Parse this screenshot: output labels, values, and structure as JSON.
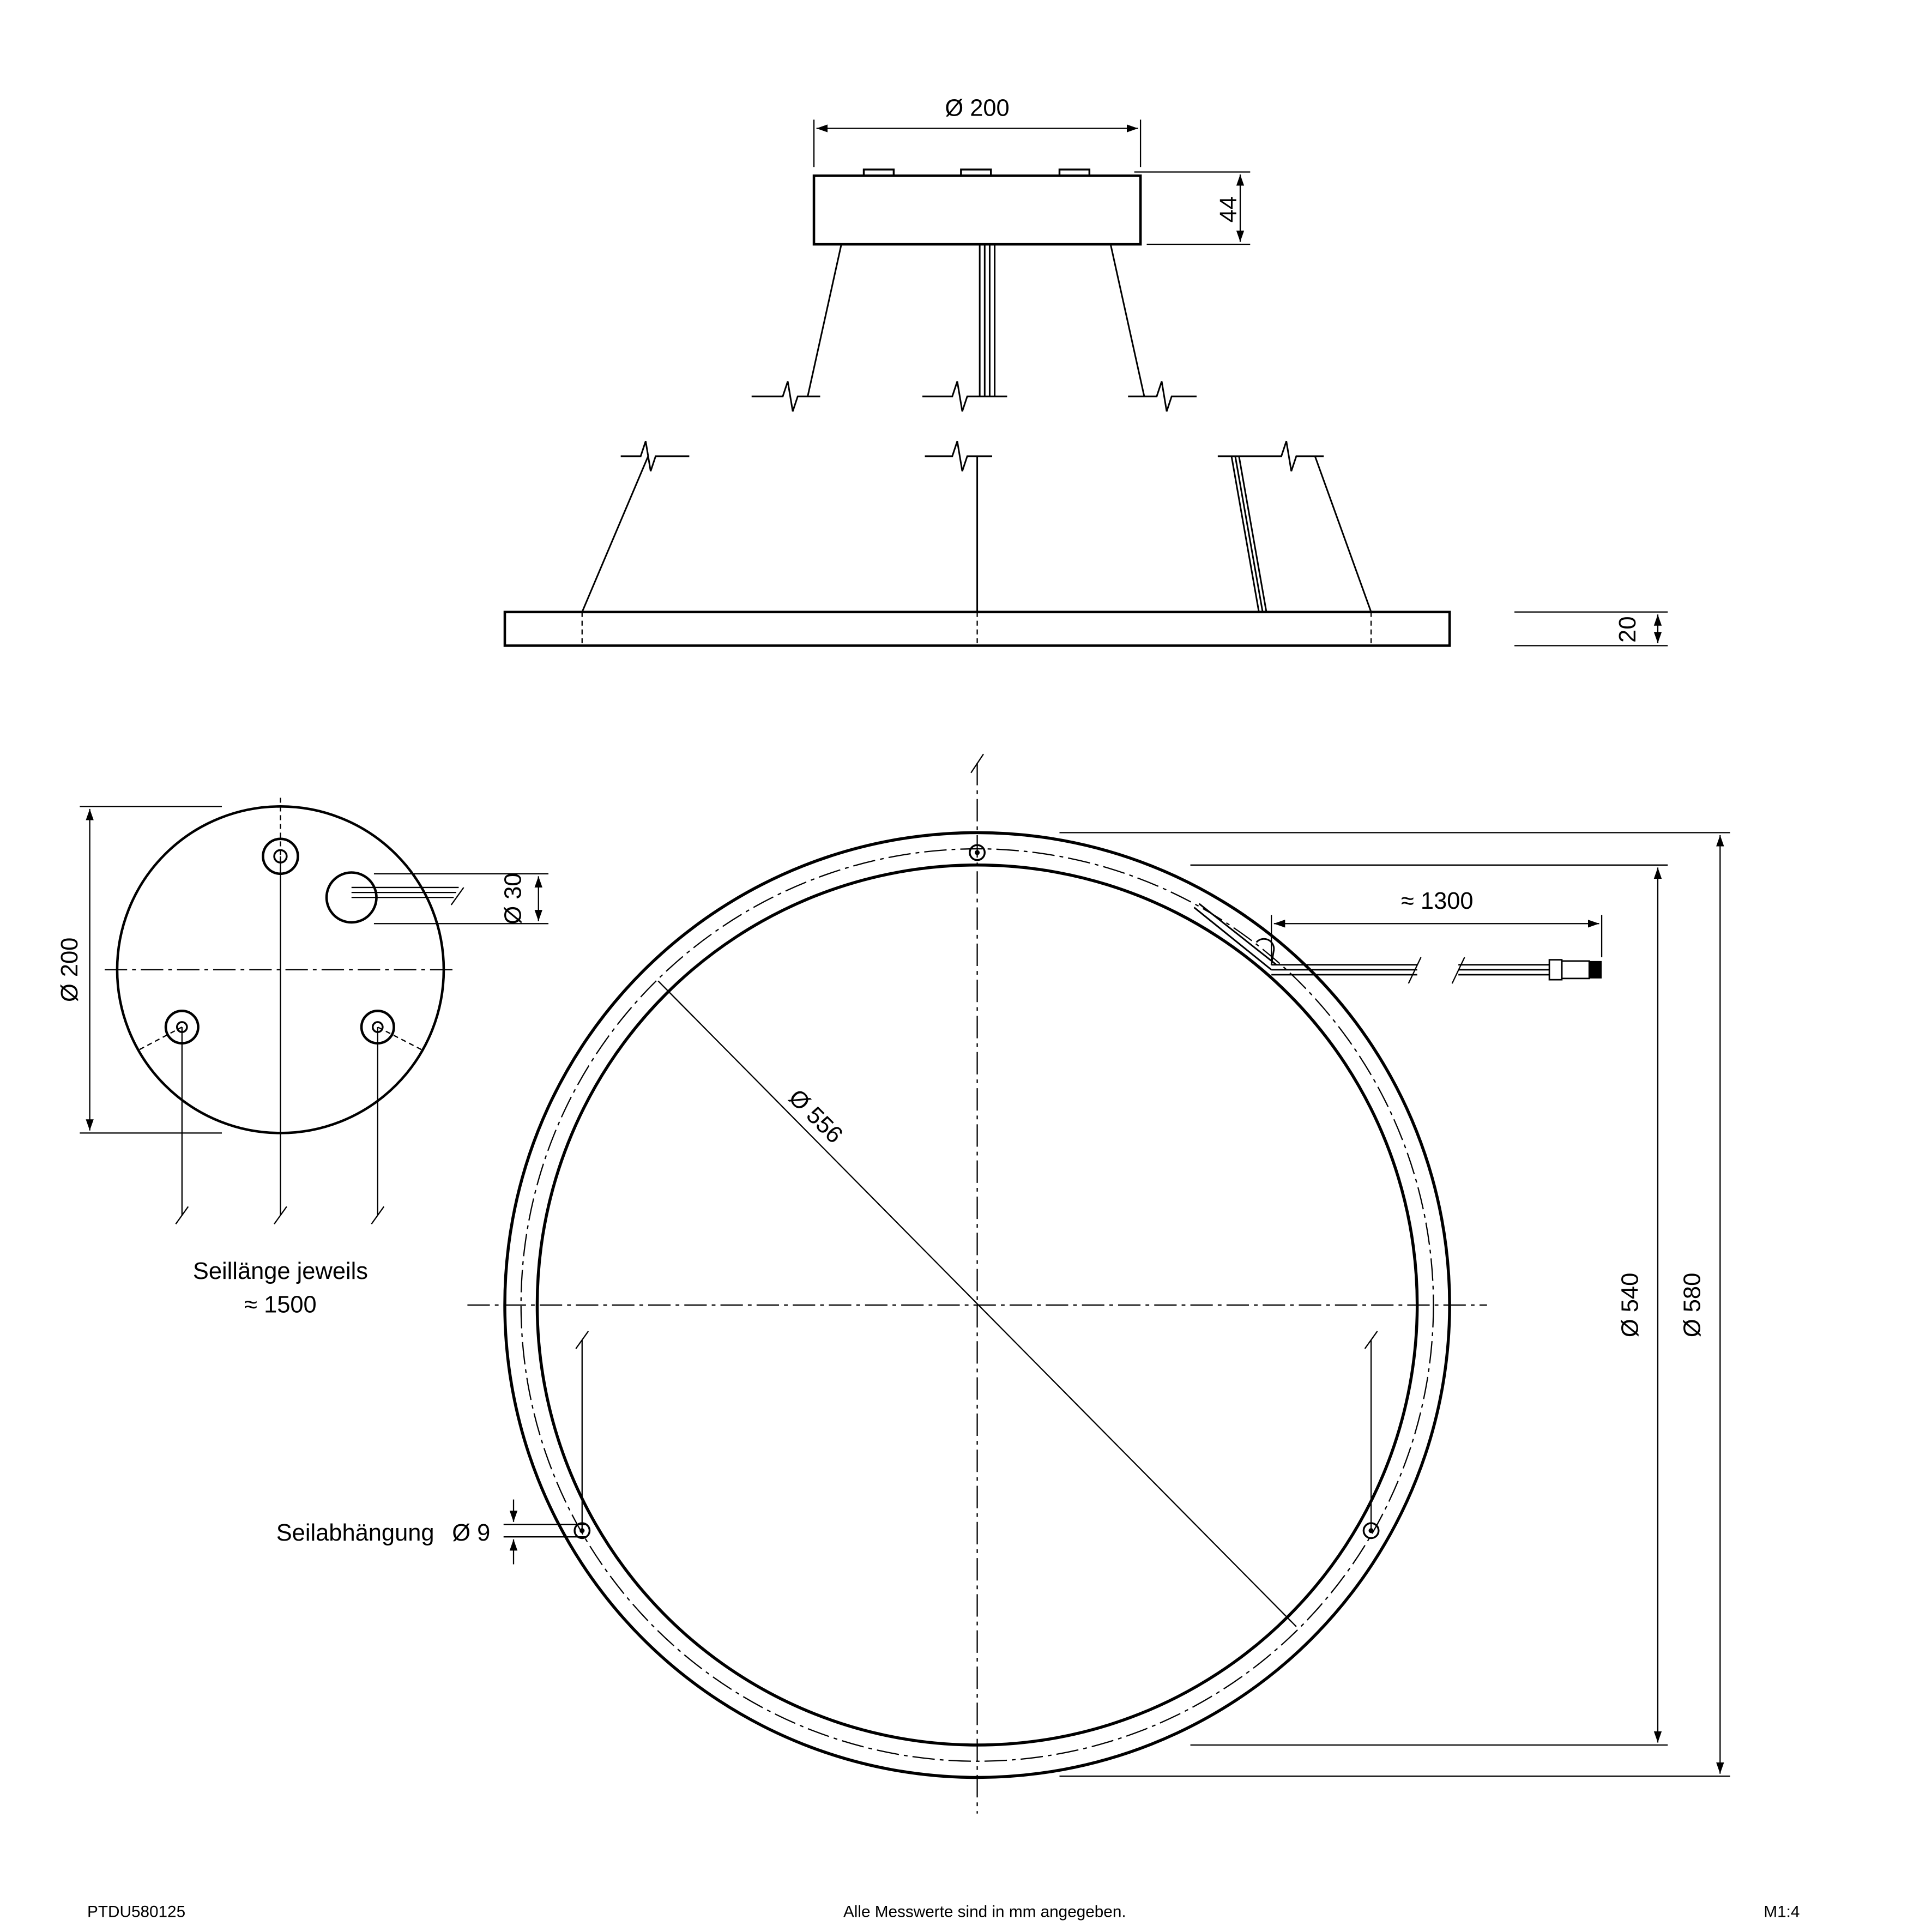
{
  "dimensions": {
    "canopy_diameter": "Ø 200",
    "canopy_height": "44",
    "ring_height": "20",
    "ring_inner_diameter": "Ø 540",
    "ring_outer_diameter": "Ø 580",
    "suspension_circle_diameter": "Ø 556",
    "cable_length": "≈ 1300",
    "canopy_bottom_diameter": "Ø 200",
    "cable_hole_diameter": "Ø 30",
    "suspension_hole_diameter": "Ø 9"
  },
  "labels": {
    "rope_length_line1": "Seillänge jeweils",
    "rope_length_line2": "≈ 1500",
    "suspension": "Seilabhängung"
  },
  "footer": {
    "article_number": "PTDU580125",
    "note": "Alle Messwerte sind in mm angegeben.",
    "scale": "M1:4"
  }
}
